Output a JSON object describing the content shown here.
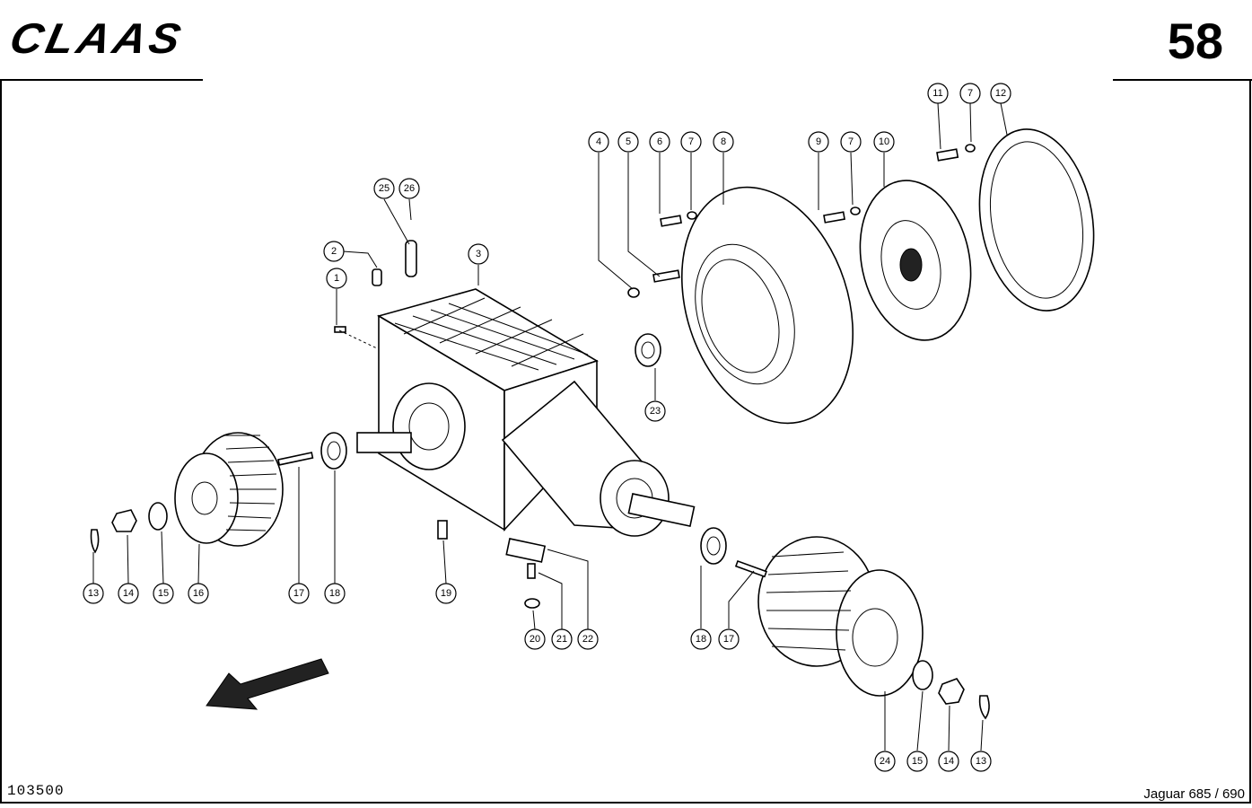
{
  "header": {
    "brand_logo": "CLAAS",
    "page_number": "58"
  },
  "footer": {
    "document_number": "103500",
    "model": "Jaguar 685 / 690"
  },
  "callouts": [
    {
      "label": "1"
    },
    {
      "label": "2"
    },
    {
      "label": "3"
    },
    {
      "label": "4"
    },
    {
      "label": "5"
    },
    {
      "label": "6"
    },
    {
      "label": "7"
    },
    {
      "label": "8"
    },
    {
      "label": "9"
    },
    {
      "label": "7"
    },
    {
      "label": "10"
    },
    {
      "label": "11"
    },
    {
      "label": "7"
    },
    {
      "label": "12"
    },
    {
      "label": "25"
    },
    {
      "label": "26"
    },
    {
      "label": "23"
    },
    {
      "label": "13"
    },
    {
      "label": "14"
    },
    {
      "label": "15"
    },
    {
      "label": "16"
    },
    {
      "label": "17"
    },
    {
      "label": "18"
    },
    {
      "label": "19"
    },
    {
      "label": "20"
    },
    {
      "label": "21"
    },
    {
      "label": "22"
    },
    {
      "label": "18"
    },
    {
      "label": "17"
    },
    {
      "label": "24"
    },
    {
      "label": "15"
    },
    {
      "label": "14"
    },
    {
      "label": "13"
    }
  ]
}
